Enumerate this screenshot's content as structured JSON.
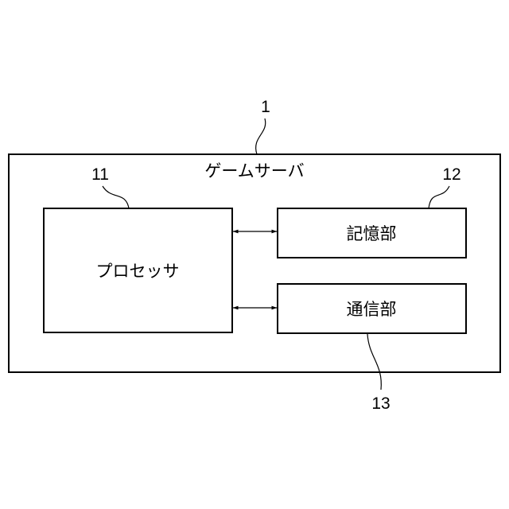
{
  "diagram": {
    "server": {
      "label": "ゲームサーバ",
      "ref": "1"
    },
    "processor": {
      "label": "プロセッサ",
      "ref": "11"
    },
    "memory": {
      "label": "記憶部",
      "ref": "12"
    },
    "communication": {
      "label": "通信部",
      "ref": "13"
    },
    "connections": [
      {
        "from": "processor",
        "to": "memory",
        "direction": "bidirectional"
      },
      {
        "from": "processor",
        "to": "communication",
        "direction": "bidirectional"
      }
    ]
  }
}
